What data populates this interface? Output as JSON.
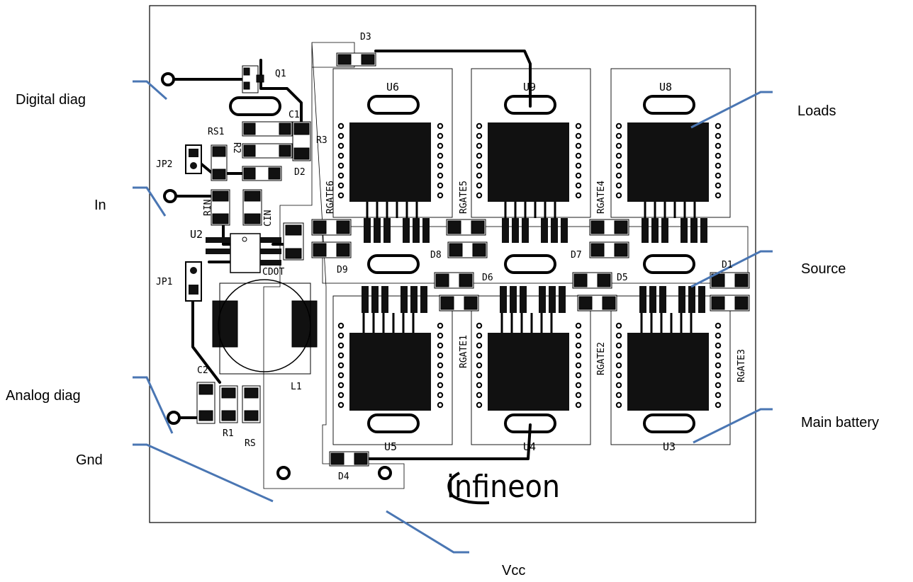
{
  "callouts": {
    "digital_diag": "Digital diag",
    "in": "In",
    "analog_diag": "Analog diag",
    "gnd": "Gnd",
    "vcc": "Vcc",
    "loads": "Loads",
    "source": "Source",
    "main_battery": "Main battery"
  },
  "designators": {
    "d3": "D3",
    "q1": "Q1",
    "c1": "C1",
    "rs1": "RS1",
    "r3": "R3",
    "r2": "R2",
    "d2": "D2",
    "jp2": "JP2",
    "rin": "RIN",
    "cin": "CIN",
    "u2": "U2",
    "cdot": "CDOT",
    "jp1": "JP1",
    "c2": "C2",
    "r1": "R1",
    "rs": "RS",
    "l1": "L1",
    "d4": "D4",
    "u6": "U6",
    "u9": "U9",
    "u8": "U8",
    "u5": "U5",
    "u4": "U4",
    "u3": "U3",
    "d8": "D8",
    "d9": "D9",
    "d7": "D7",
    "d6": "D6",
    "d5": "D5",
    "d1": "D1",
    "rgate6": "RGATE6",
    "rgate5": "RGATE5",
    "rgate4": "RGATE4",
    "rgate1": "RGATE1",
    "rgate2": "RGATE2",
    "rgate3": "RGATE3"
  },
  "logo": "infineon",
  "colors": {
    "callout_line": "#4a76b3",
    "trace": "#000000",
    "pad": "#111111"
  }
}
